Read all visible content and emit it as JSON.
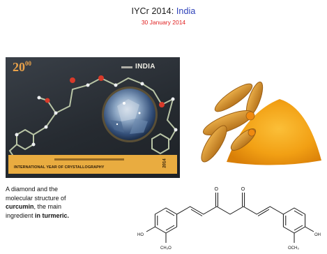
{
  "title": {
    "prefix": "IYCr 2014: ",
    "country": "India"
  },
  "date": "30 January 2014",
  "stamp": {
    "value_main": "20",
    "value_sup": "00",
    "country": "INDIA",
    "caption": "INTERNATIONAL YEAR OF CRYSTALLOGRAPHY",
    "year": "2014"
  },
  "caption": {
    "line1": "A diamond and the",
    "line2": "molecular structure of",
    "line3_bold": "curcumin",
    "line3_rest": ", the main",
    "line4": "ingredient ",
    "line4_bold": "in turmeric."
  },
  "structure_labels": {
    "o_left": "O",
    "o_right": "O",
    "ho": "HO",
    "oh": "OH",
    "methoxy_left": "CH₃O",
    "methoxy_right": "OCH₃"
  },
  "colors": {
    "title_accent": "#2b3fb8",
    "date": "#e02020",
    "stamp_band": "#e9ac40",
    "turmeric_powder": "#f2a014"
  }
}
